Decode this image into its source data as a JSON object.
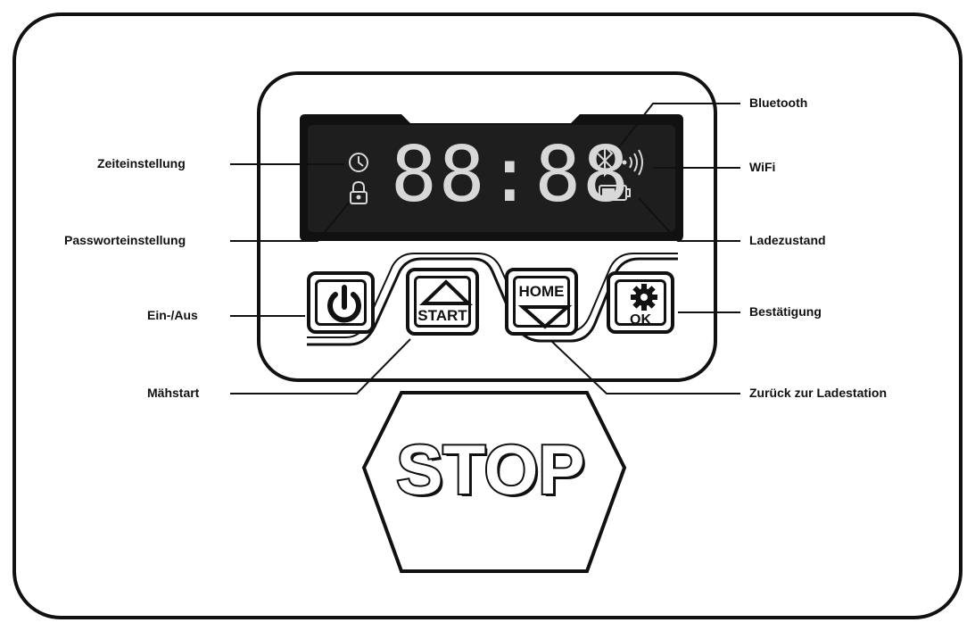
{
  "labels": {
    "time_setting": "Zeiteinstellung",
    "password_setting": "Passworteinstellung",
    "power": "Ein-/Aus",
    "mow_start": "Mähstart",
    "bluetooth": "Bluetooth",
    "wifi": "WiFi",
    "charge_state": "Ladezustand",
    "confirm": "Bestätigung",
    "return_home": "Zurück zur Ladestation"
  },
  "display": {
    "digits": "88:88"
  },
  "buttons": {
    "start_label": "START",
    "home_label": "HOME",
    "ok_label": "OK",
    "stop_label": "STOP"
  },
  "colors": {
    "outline": "#111111",
    "lcd_background": "#1e1e1e",
    "lcd_segments": "#d8d8d8",
    "background": "#ffffff"
  },
  "icons": [
    "clock-icon",
    "lock-icon",
    "bluetooth-icon",
    "wifi-icon",
    "battery-icon",
    "power-icon",
    "triangle-up-icon",
    "triangle-down-icon",
    "gear-icon"
  ]
}
